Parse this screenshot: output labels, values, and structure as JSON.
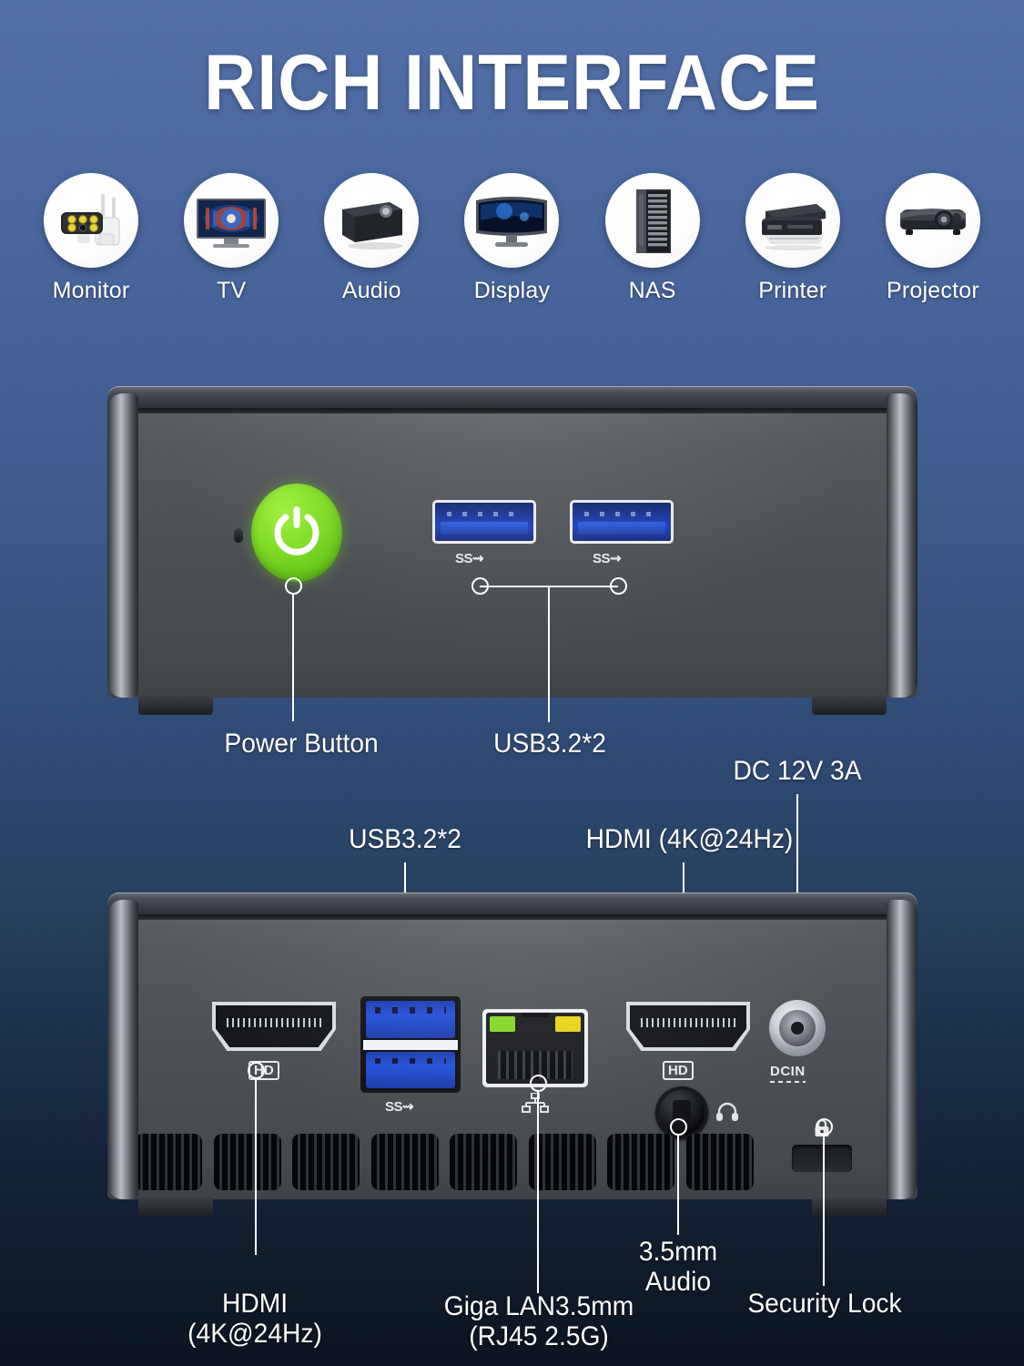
{
  "title": "RICH INTERFACE",
  "background": {
    "top_color": "#5270a6",
    "bottom_color": "#0c1422"
  },
  "compatibility_icons": [
    {
      "label": "Monitor",
      "icon": "security-camera-icon"
    },
    {
      "label": "TV",
      "icon": "television-icon"
    },
    {
      "label": "Audio",
      "icon": "speaker-icon"
    },
    {
      "label": "Display",
      "icon": "curved-monitor-icon"
    },
    {
      "label": "NAS",
      "icon": "server-rack-icon"
    },
    {
      "label": "Printer",
      "icon": "printer-icon"
    },
    {
      "label": "Projector",
      "icon": "projector-icon"
    }
  ],
  "front_panel": {
    "name": "mini-pc-front-panel",
    "ports": [
      {
        "id": "power-button",
        "type": "power-button",
        "color": "#7fdd25"
      },
      {
        "id": "power-led",
        "type": "led-indicator"
      },
      {
        "id": "usb-front-1",
        "type": "usb-a",
        "marking": "SS"
      },
      {
        "id": "usb-front-2",
        "type": "usb-a",
        "marking": "SS"
      }
    ],
    "callouts": [
      {
        "id": "callout-power-button",
        "label": "Power Button"
      },
      {
        "id": "callout-usb-front",
        "label": "USB3.2*2"
      }
    ]
  },
  "rear_panel": {
    "name": "mini-pc-rear-panel",
    "ports": [
      {
        "id": "hdmi-left",
        "type": "hdmi",
        "marking": "HD"
      },
      {
        "id": "usb-rear-1",
        "type": "usb-a",
        "marking": "SS"
      },
      {
        "id": "usb-rear-2",
        "type": "usb-a",
        "marking": "SS"
      },
      {
        "id": "lan-rj45",
        "type": "rj45",
        "led_left": "#86d628",
        "led_right": "#e8d41b"
      },
      {
        "id": "hdmi-right",
        "type": "hdmi",
        "marking": "HD"
      },
      {
        "id": "audio-jack",
        "type": "audio-3-5mm"
      },
      {
        "id": "dc-in",
        "type": "dc-jack",
        "marking": "DCIN"
      },
      {
        "id": "security-lock",
        "type": "kensington-lock-slot"
      }
    ],
    "callouts": [
      {
        "id": "callout-usb-rear",
        "label": "USB3.2*2"
      },
      {
        "id": "callout-hdmi-right",
        "label": "HDMI (4K@24Hz)"
      },
      {
        "id": "callout-dc-in",
        "label": "DC 12V 3A"
      },
      {
        "id": "callout-hdmi-left",
        "label_line1": "HDMI",
        "label_line2": "(4K@24Hz)"
      },
      {
        "id": "callout-lan",
        "label_line1": "Giga LAN3.5mm",
        "label_line2": "(RJ45 2.5G)"
      },
      {
        "id": "callout-audio",
        "label_line1": "3.5mm",
        "label_line2": "Audio"
      },
      {
        "id": "callout-security-lock",
        "label": "Security Lock"
      }
    ]
  }
}
